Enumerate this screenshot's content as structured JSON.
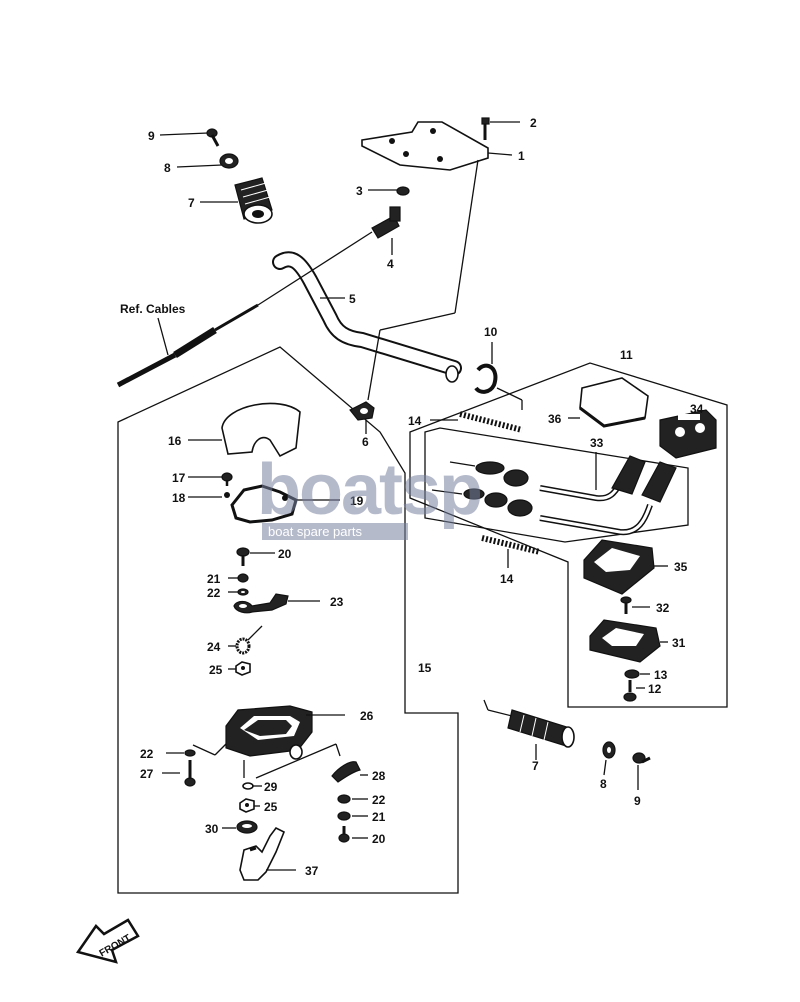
{
  "callouts": {
    "c1": "1",
    "c2": "2",
    "c3": "3",
    "c4": "4",
    "c5": "5",
    "c6": "6",
    "c7a": "7",
    "c7b": "7",
    "c8a": "8",
    "c8b": "8",
    "c9a": "9",
    "c9b": "9",
    "c10": "10",
    "c11": "11",
    "c12": "12",
    "c13": "13",
    "c14a": "14",
    "c14b": "14",
    "c15": "15",
    "c16": "16",
    "c17": "17",
    "c18": "18",
    "c19": "19",
    "c20a": "20",
    "c20b": "20",
    "c21a": "21",
    "c21b": "21",
    "c22a": "22",
    "c22b": "22",
    "c22c": "22",
    "c23": "23",
    "c24": "24",
    "c25a": "25",
    "c25b": "25",
    "c26": "26",
    "c27": "27",
    "c28": "28",
    "c29": "29",
    "c30": "30",
    "c31": "31",
    "c32": "32",
    "c33": "33",
    "c34": "34",
    "c35": "35",
    "c36": "36",
    "c37": "37"
  },
  "ref_cables_label": "Ref. Cables",
  "front_label": "FRONT",
  "watermark": {
    "logo": "boatsp",
    "tagline": "boat spare parts"
  }
}
